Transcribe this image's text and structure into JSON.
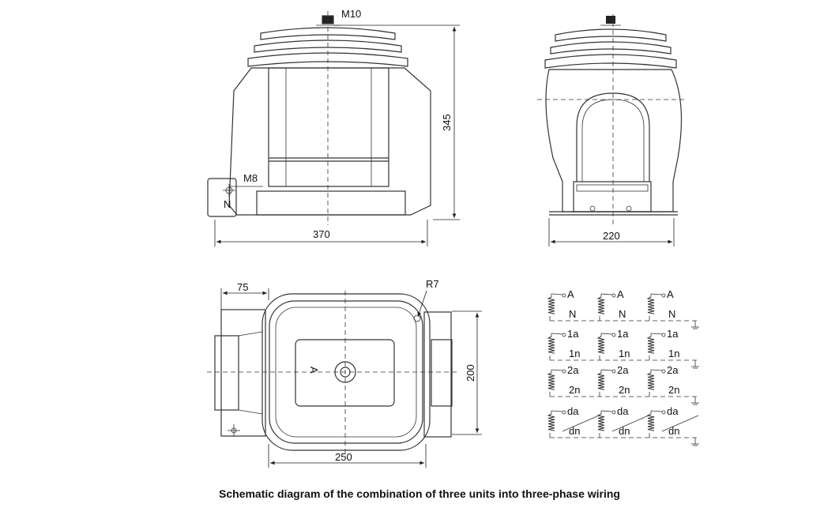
{
  "front_view": {
    "top_bolt": "M10",
    "ground_bolt": "M8",
    "terminal": "N",
    "height": "345",
    "width": "370"
  },
  "side_view": {
    "width": "220"
  },
  "top_view": {
    "flange": "75",
    "radius": "R7",
    "height": "200",
    "width": "250",
    "terminal": "A"
  },
  "wiring": {
    "rows": [
      {
        "top": "A",
        "bottom": "N"
      },
      {
        "top": "1a",
        "bottom": "1n"
      },
      {
        "top": "2a",
        "bottom": "2n"
      },
      {
        "top": "da",
        "bottom": "dn"
      }
    ]
  },
  "caption": "Schematic diagram of the combination of three units into three-phase wiring"
}
